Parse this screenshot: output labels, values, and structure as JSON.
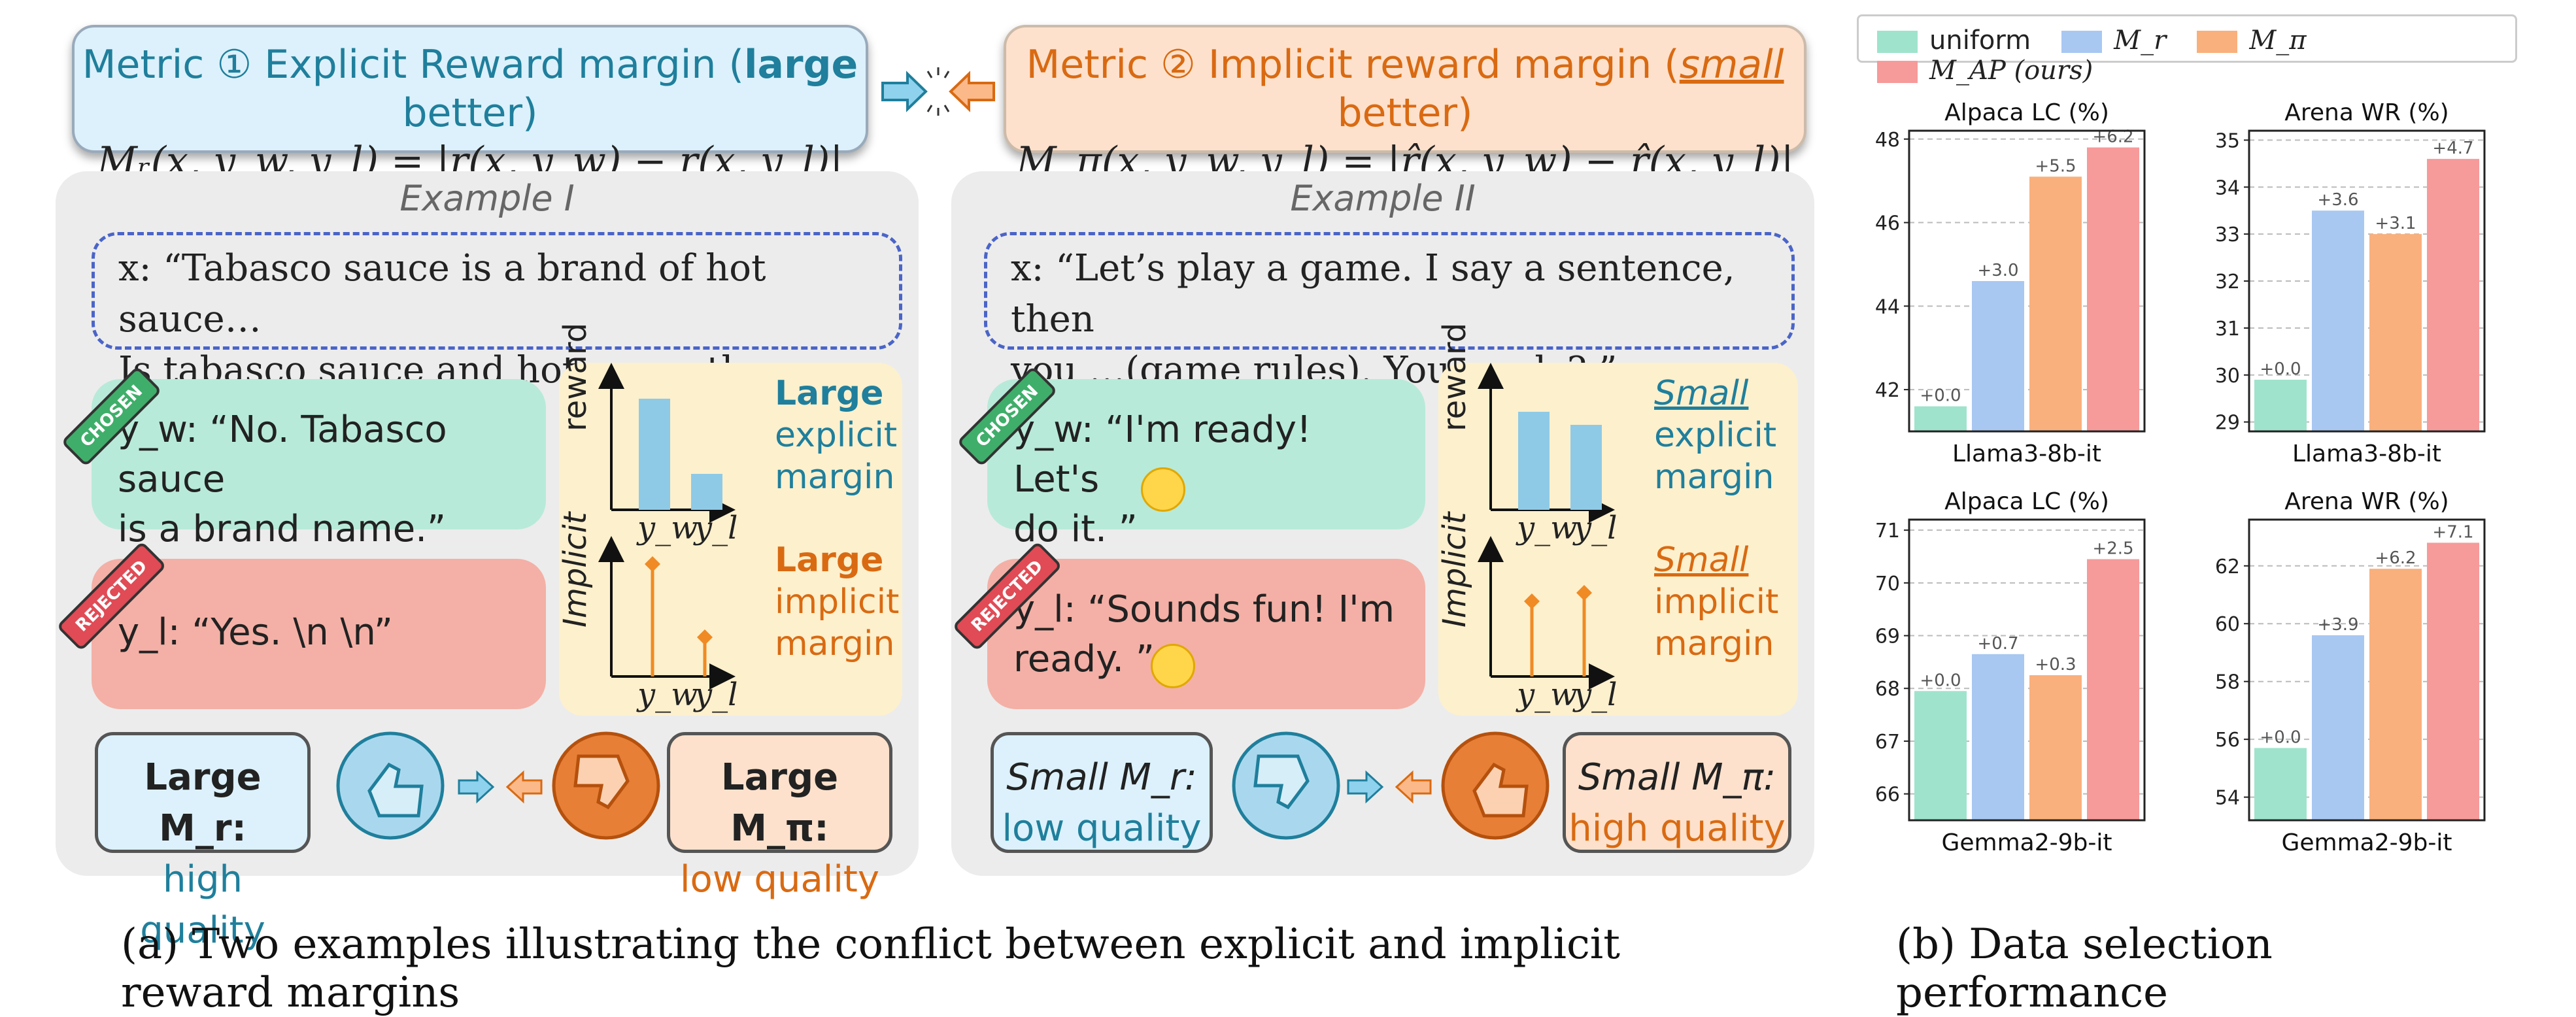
{
  "metric1": {
    "title_pre": "Metric ① Explicit Reward margin (",
    "title_bold": "large",
    "title_post": " better)",
    "formula": "Mᵣ(x, y_w, y_l) = |r(x, y_w) − r(x, y_l)|"
  },
  "metric2": {
    "title_pre": "Metric ② Implicit reward margin (",
    "title_em": "small",
    "title_post": " better)",
    "formula": "M_π(x, y_w, y_l) = |r̂(x, y_w) − r̂(x, y_l)|"
  },
  "ex1": {
    "title": "Example I",
    "prompt_line1": "x: “Tabasco sauce is a brand of hot sauce…",
    "prompt_line2": "Is tabasco sauce and hot sauce the same? ”",
    "chosen_tag": "CHOSEN",
    "rejected_tag": "REJECTED",
    "chosen_line1": "y_w: “No. Tabasco sauce",
    "chosen_line2": "is a brand name.”",
    "rejected_text": "y_l: “Yes. \\n \\n”",
    "reward_axis": "reward",
    "implicit_axis": "Implicit",
    "yw": "y_w",
    "yl": "y_l",
    "explicit_label": [
      "Large",
      "explicit",
      "margin"
    ],
    "implicit_label": [
      "Large",
      "implicit",
      "margin"
    ],
    "left_bubble_1": "Large M_r:",
    "left_bubble_2": "high quality",
    "right_bubble_1": "Large M_π:",
    "right_bubble_2": "low quality"
  },
  "ex2": {
    "title": "Example II",
    "prompt_line1": "x: “Let’s play a game. I say a sentence, then",
    "prompt_line2": "you …(game rules). You ready? ”",
    "chosen_tag": "CHOSEN",
    "rejected_tag": "REJECTED",
    "chosen_line1": "y_w: “I'm ready! Let's",
    "chosen_line2": "do it. ”",
    "rejected_line1": "y_l: “Sounds fun! I'm",
    "rejected_line2": "ready. ”",
    "reward_axis": "reward",
    "implicit_axis": "Implicit",
    "yw": "y_w",
    "yl": "y_l",
    "explicit_label": [
      "Small",
      "explicit",
      "margin"
    ],
    "implicit_label": [
      "Small",
      "implicit",
      "margin"
    ],
    "left_bubble_1": "Small M_r:",
    "left_bubble_2": "low quality",
    "right_bubble_1": "Small M_π:",
    "right_bubble_2": "high quality"
  },
  "caption_a": "(a) Two examples illustrating the conflict between explicit and implicit reward margins",
  "caption_b": "(b) Data selection performance",
  "legend": [
    {
      "label": "uniform",
      "color": "#9fe3cc"
    },
    {
      "label": "M_r",
      "color": "#a8c8f2"
    },
    {
      "label": "M_π",
      "color": "#f9b07c"
    },
    {
      "label": "M_AP (ours)",
      "color": "#f79a9a"
    }
  ],
  "colors": {
    "teal": "#1f7f9c",
    "orange": "#d96a12",
    "bar_blue": "#8ecae6",
    "stem_orange": "#f08a24"
  },
  "chart_data": [
    {
      "type": "bar",
      "title": "Alpaca LC (%)",
      "xlabel": "Llama3-8b-it",
      "ylim": [
        41,
        48.2
      ],
      "yticks": [
        42,
        44,
        46,
        48
      ],
      "series": [
        {
          "name": "uniform",
          "values": [
            41.6
          ]
        },
        {
          "name": "M_r",
          "values": [
            44.6
          ]
        },
        {
          "name": "M_π",
          "values": [
            47.1
          ]
        },
        {
          "name": "M_AP (ours)",
          "values": [
            47.8
          ]
        }
      ],
      "labels": [
        "+0.0",
        "+3.0",
        "+5.5",
        "+6.2"
      ]
    },
    {
      "type": "bar",
      "title": "Arena WR (%)",
      "xlabel": "Llama3-8b-it",
      "ylim": [
        28.8,
        35.2
      ],
      "yticks": [
        29,
        30,
        31,
        32,
        33,
        34,
        35
      ],
      "series": [
        {
          "name": "uniform",
          "values": [
            29.9
          ]
        },
        {
          "name": "M_r",
          "values": [
            33.5
          ]
        },
        {
          "name": "M_π",
          "values": [
            33.0
          ]
        },
        {
          "name": "M_AP (ours)",
          "values": [
            34.6
          ]
        }
      ],
      "labels": [
        "+0.0",
        "+3.6",
        "+3.1",
        "+4.7"
      ]
    },
    {
      "type": "bar",
      "title": "Alpaca LC (%)",
      "xlabel": "Gemma2-9b-it",
      "ylim": [
        65.5,
        71.2
      ],
      "yticks": [
        66,
        67,
        68,
        69,
        70,
        71
      ],
      "series": [
        {
          "name": "uniform",
          "values": [
            67.95
          ]
        },
        {
          "name": "M_r",
          "values": [
            68.65
          ]
        },
        {
          "name": "M_π",
          "values": [
            68.25
          ]
        },
        {
          "name": "M_AP (ours)",
          "values": [
            70.45
          ]
        }
      ],
      "labels": [
        "+0.0",
        "+0.7",
        "+0.3",
        "+2.5"
      ]
    },
    {
      "type": "bar",
      "title": "Arena WR (%)",
      "xlabel": "Gemma2-9b-it",
      "ylim": [
        53.2,
        63.6
      ],
      "yticks": [
        54,
        56,
        58,
        60,
        62
      ],
      "series": [
        {
          "name": "uniform",
          "values": [
            55.7
          ]
        },
        {
          "name": "M_r",
          "values": [
            59.6
          ]
        },
        {
          "name": "M_π",
          "values": [
            61.9
          ]
        },
        {
          "name": "M_AP (ours)",
          "values": [
            62.8
          ]
        }
      ],
      "labels": [
        "+0.0",
        "+3.9",
        "+6.2",
        "+7.1"
      ]
    }
  ]
}
